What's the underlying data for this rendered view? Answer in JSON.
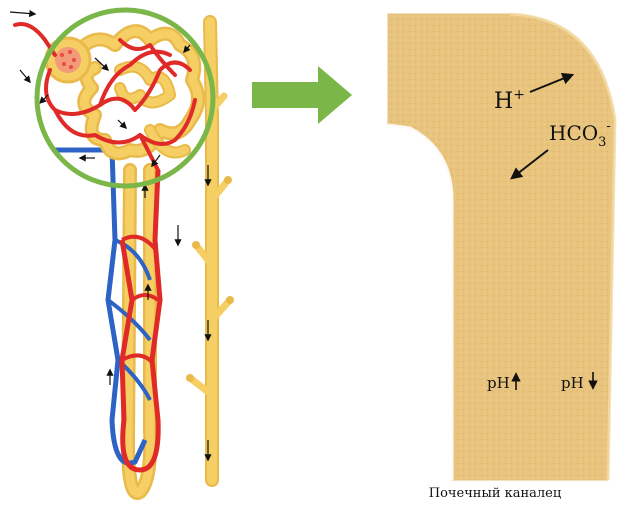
{
  "ions": {
    "hydrogen": {
      "base": "H",
      "sup": "+"
    },
    "bicarbonate": {
      "base": "HCO",
      "sub": "3",
      "sup": "-"
    }
  },
  "ph": {
    "left": {
      "label": "pH",
      "direction": "up"
    },
    "right": {
      "label": "pH",
      "direction": "down"
    }
  },
  "caption": "Почечный каналец",
  "colors": {
    "artery": "#e02a27",
    "vein": "#2c63c4",
    "tubule": "#f5cf63",
    "tubule_outline": "#e9b94a",
    "highlight_circle": "#7ab648",
    "big_arrow": "#7ab648",
    "canal_fill": "#e7c27b"
  }
}
